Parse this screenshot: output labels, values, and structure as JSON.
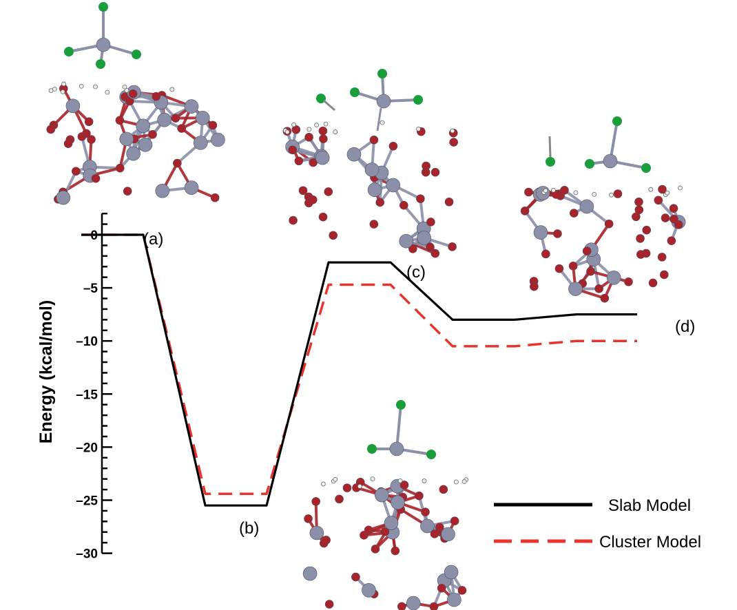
{
  "chart_data": {
    "type": "line",
    "title": "",
    "xlabel": "",
    "ylabel": "Energy (kcal/mol)",
    "ylim": [
      -30,
      2
    ],
    "yticks": [
      0,
      -5,
      -10,
      -15,
      -20,
      -25,
      -30
    ],
    "grid": false,
    "legend_position": "bottom-right",
    "state_labels": [
      "(a)",
      "(b)",
      "(c)",
      "(d)"
    ],
    "series": [
      {
        "name": "Slab Model",
        "color": "#000000",
        "style": "solid",
        "points": [
          [
            0,
            0
          ],
          [
            1,
            0
          ],
          [
            2,
            -25.5
          ],
          [
            3,
            -25.5
          ],
          [
            4,
            -2.6
          ],
          [
            5,
            -2.6
          ],
          [
            6,
            -8
          ],
          [
            7,
            -8
          ],
          [
            8,
            -7.5
          ],
          [
            9,
            -7.5
          ]
        ]
      },
      {
        "name": "Cluster Model",
        "color": "#e8342c",
        "style": "dashed",
        "points": [
          [
            0,
            0
          ],
          [
            1,
            0
          ],
          [
            2,
            -24.4
          ],
          [
            3,
            -24.4
          ],
          [
            4,
            -4.7
          ],
          [
            5,
            -4.7
          ],
          [
            6,
            -10.5
          ],
          [
            7,
            -10.5
          ],
          [
            8,
            -10
          ],
          [
            9,
            -10
          ]
        ]
      }
    ],
    "structure_images": [
      "(a)",
      "(c)",
      "(d)",
      "(b)"
    ]
  }
}
